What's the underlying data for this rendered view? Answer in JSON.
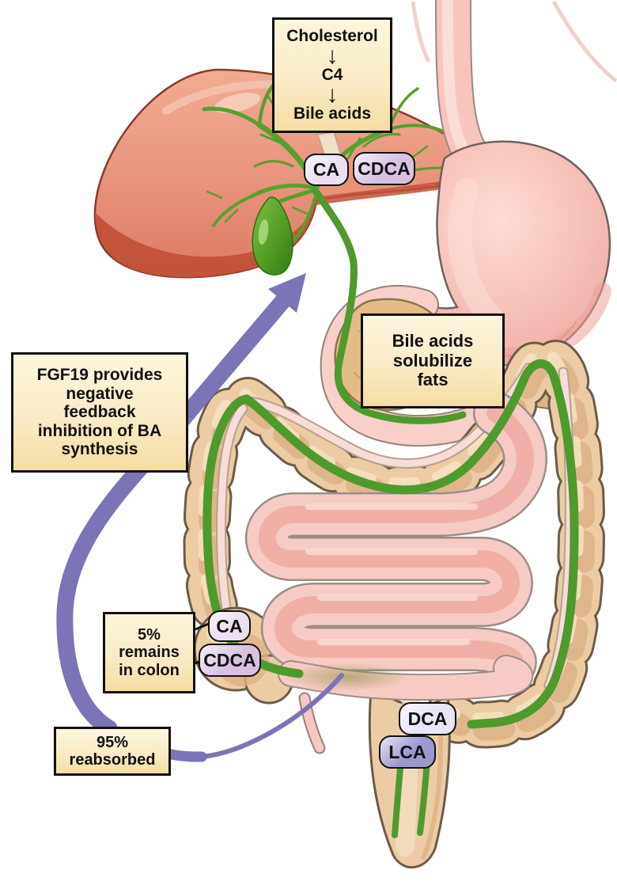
{
  "boxes": {
    "synthesis": {
      "steps": [
        "Cholesterol",
        "C4",
        "Bile acids"
      ],
      "arrow_glyph": "↓"
    },
    "solubilize": {
      "lines": [
        "Bile acids",
        "solubilize",
        "fats"
      ]
    },
    "fgf19": {
      "lines": [
        "FGF19 provides",
        "negative",
        "feedback",
        "inhibition of BA",
        "synthesis"
      ]
    },
    "remains": {
      "lines": [
        "5%",
        "remains",
        "in colon"
      ]
    },
    "reabsorbed": {
      "lines": [
        "95%",
        "reabsorbed"
      ]
    }
  },
  "pills": {
    "ca_liver": "CA",
    "cdca_liver": "CDCA",
    "ca_colon": "CA",
    "cdca_colon": "CDCA",
    "dca": "DCA",
    "lca": "LCA"
  },
  "colors": {
    "bile_green": "#4F9A2D",
    "feedback_purple": "#7B74B7",
    "label_box_top": "#FCF6DE",
    "label_box_bottom": "#F4DDA2",
    "pill_ca": "#EADEF0",
    "pill_cdca": "#D8C0E3",
    "pill_dca": "#E7E5F6",
    "pill_lca": "#9C98CE",
    "liver": "#E8937B",
    "gallbladder": "#4E9A22",
    "stomach": "#F5BCB4",
    "pancreas": "#E3BC86",
    "colon": "#ECCDA3",
    "small_intestine": "#F7CBC5"
  }
}
